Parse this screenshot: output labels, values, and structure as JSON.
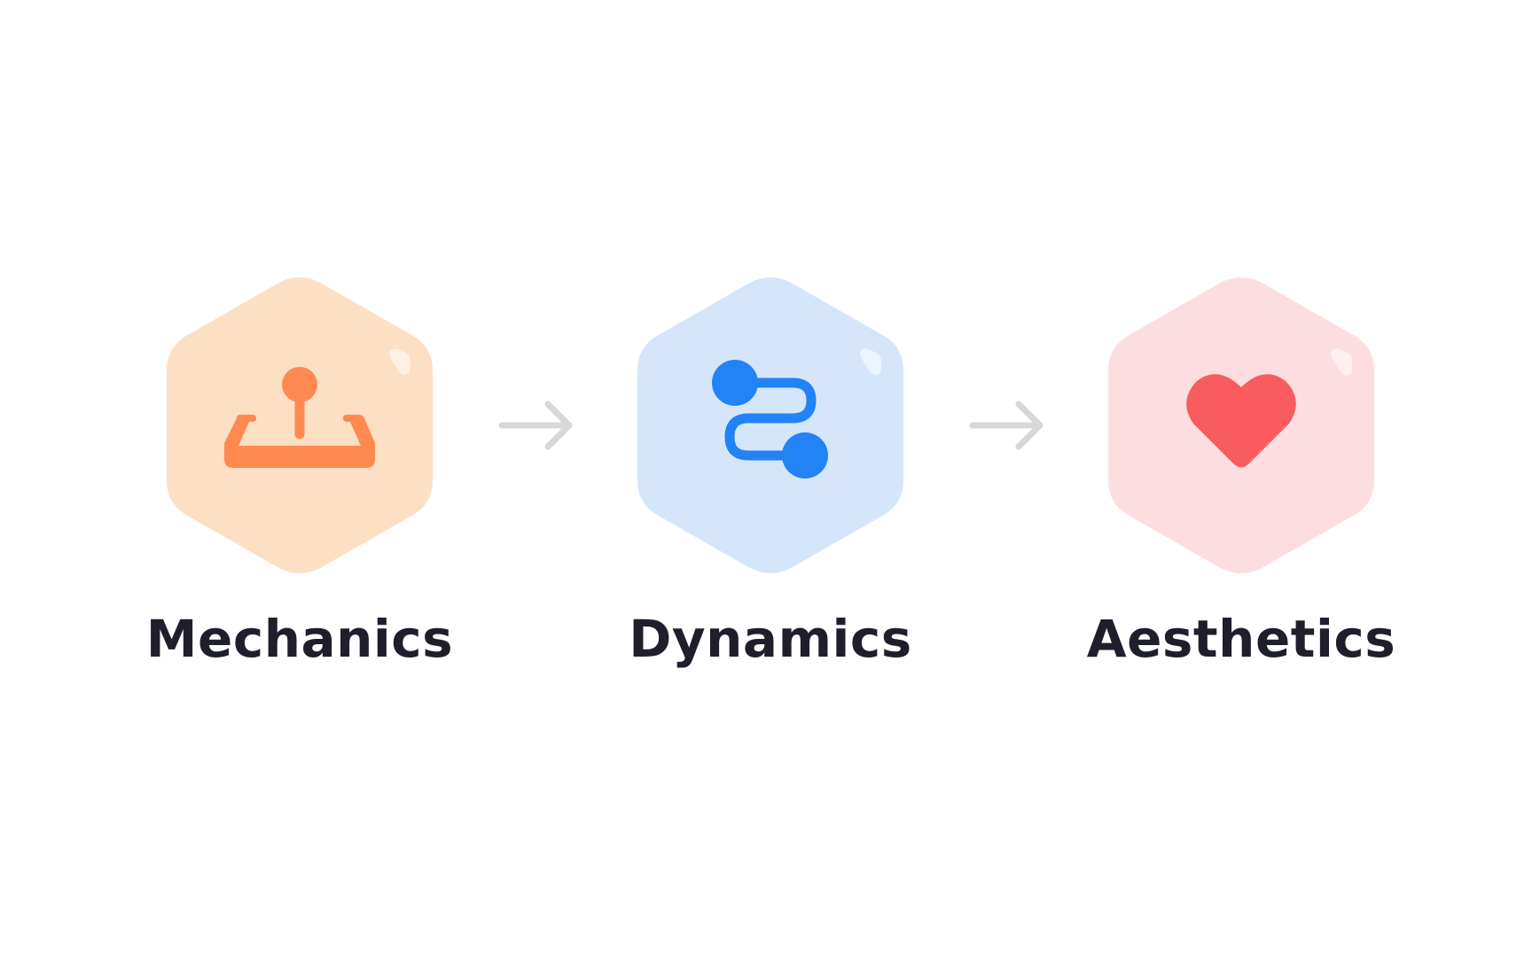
{
  "diagram": {
    "nodes": [
      {
        "label": "Mechanics",
        "icon": "joystick-icon",
        "bg_color": "#FDDFC4",
        "icon_color": "#FF8950"
      },
      {
        "label": "Dynamics",
        "icon": "route-icon",
        "bg_color": "#D5E6FB",
        "icon_color": "#2283F6"
      },
      {
        "label": "Aesthetics",
        "icon": "heart-icon",
        "bg_color": "#FDDEE0",
        "icon_color": "#F85C5E"
      }
    ],
    "arrows": [
      {
        "from": "Mechanics",
        "to": "Dynamics",
        "color": "#D8D8D8"
      },
      {
        "from": "Dynamics",
        "to": "Aesthetics",
        "color": "#D8D8D8"
      }
    ]
  }
}
